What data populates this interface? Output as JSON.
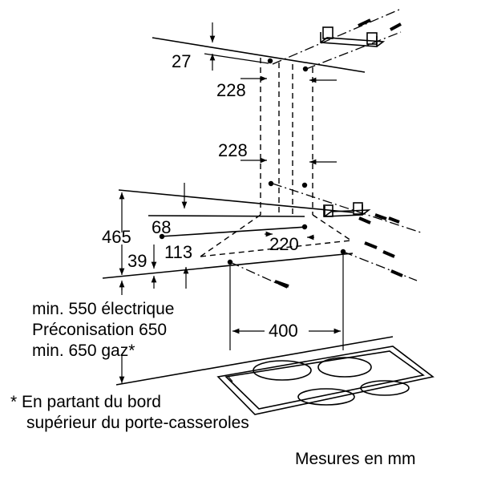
{
  "dimensions": {
    "d27": "27",
    "d228_top": "228",
    "d228_mid": "228",
    "d465": "465",
    "d68": "68",
    "d39": "39",
    "d113": "113",
    "d220": "220",
    "d400": "400"
  },
  "notes": {
    "min_electric": "min. 550 électrique",
    "recommendation": "Préconisation 650",
    "min_gas": "min. 650 gaz*",
    "footnote_line1": "* En partant du bord",
    "footnote_line2": "supérieur du porte-casseroles",
    "units": "Mesures en mm"
  }
}
